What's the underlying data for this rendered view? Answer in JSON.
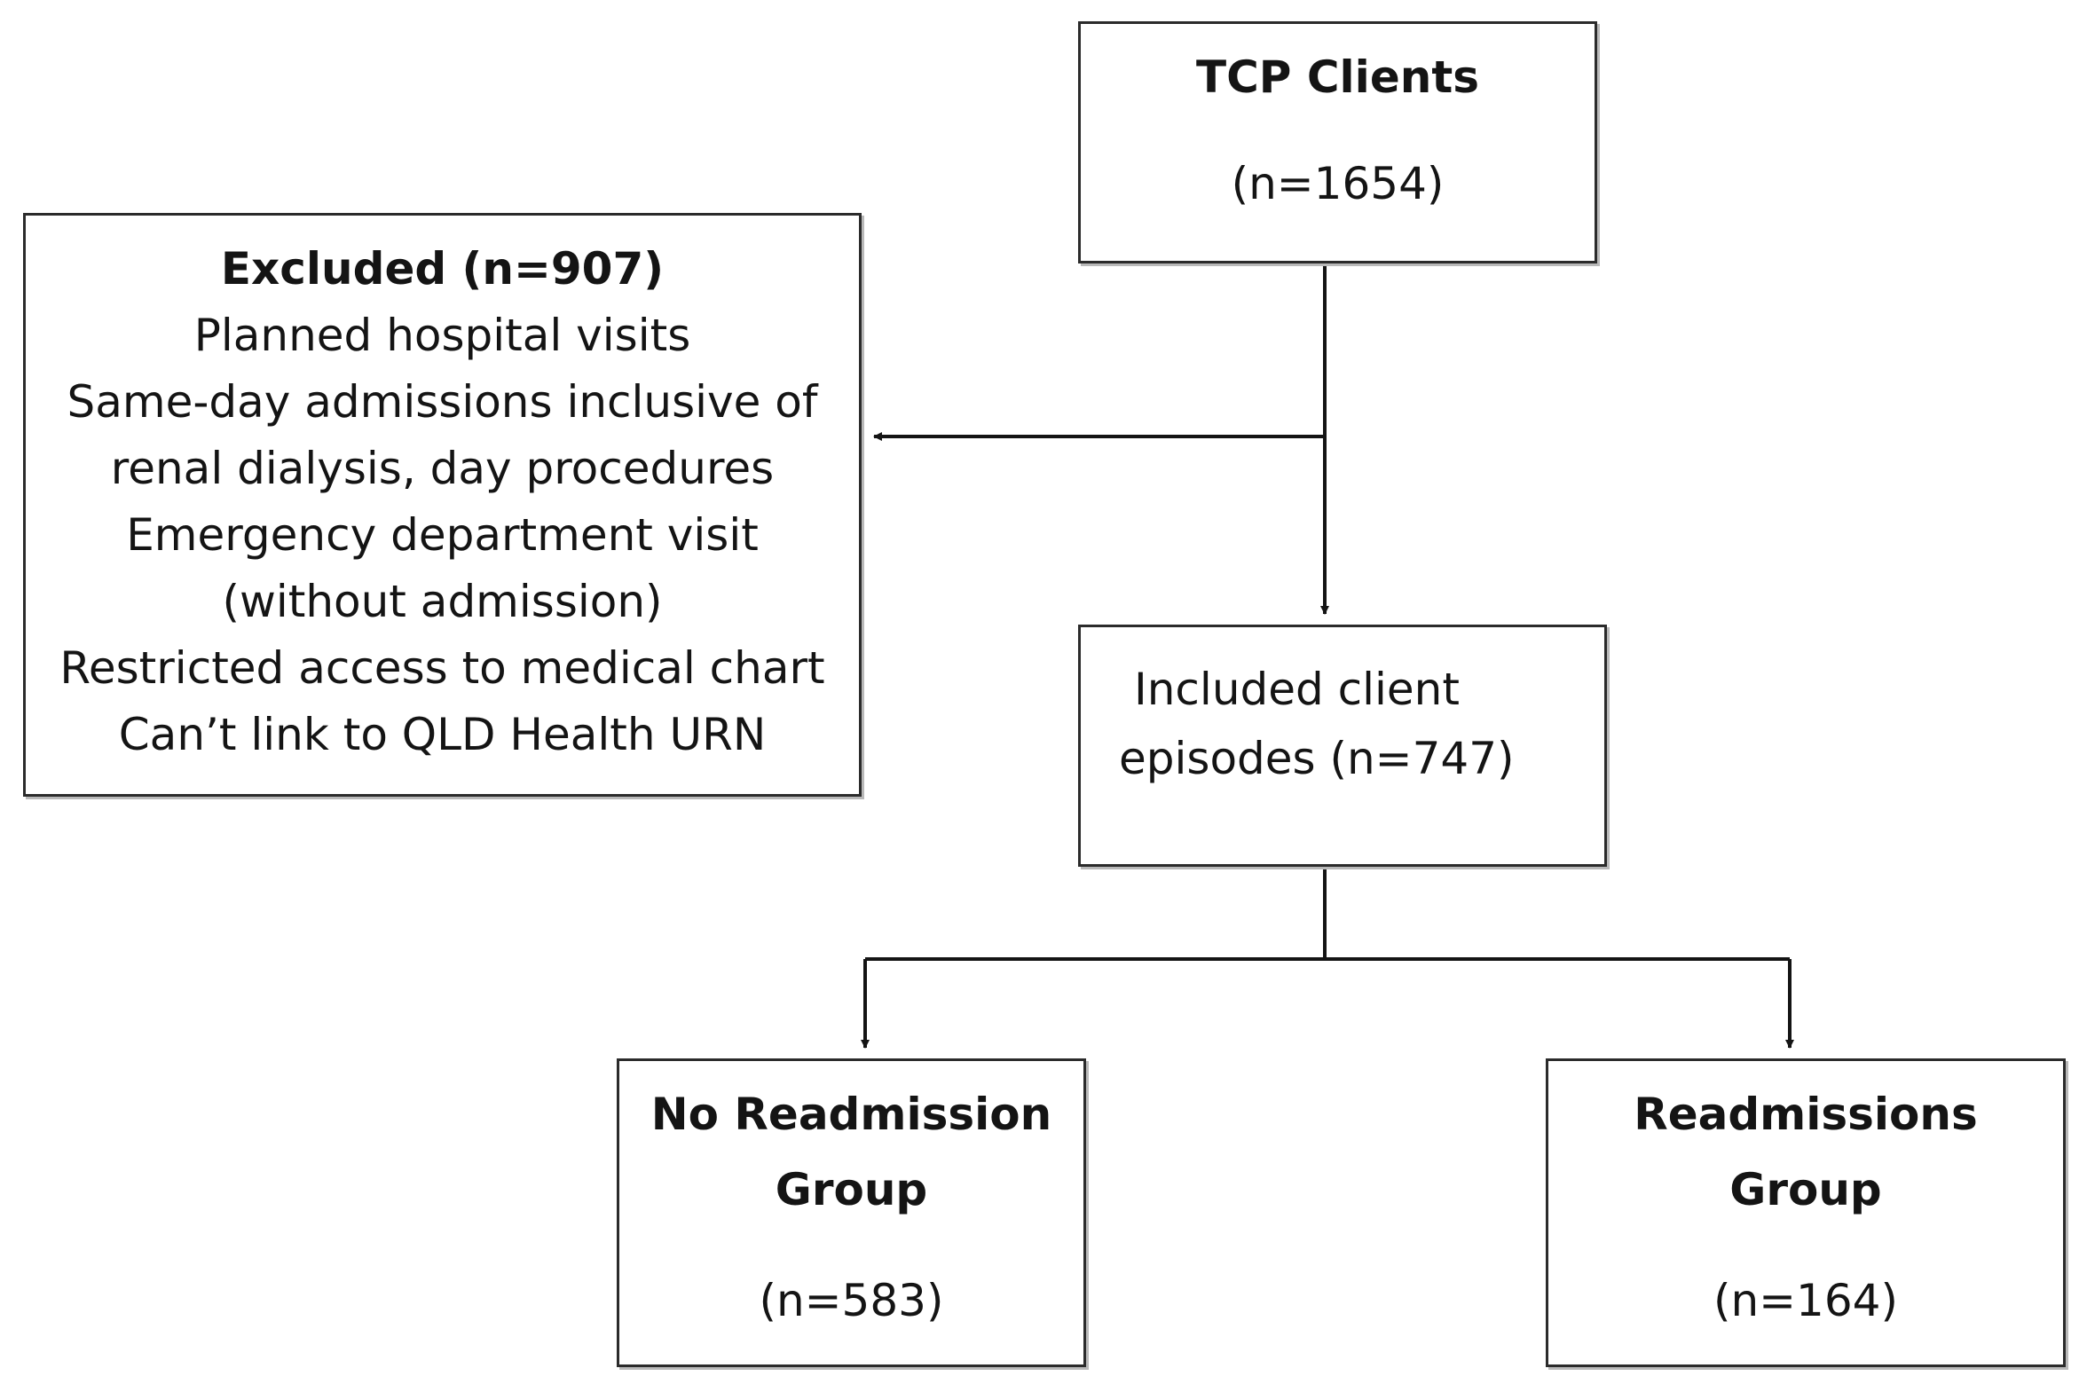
{
  "flowchart": {
    "tcp_clients": {
      "title": "TCP Clients",
      "count": "(n=1654)"
    },
    "excluded": {
      "title": "Excluded (n=907)",
      "lines": [
        "Planned hospital visits",
        "Same-day admissions inclusive of",
        "renal dialysis, day procedures",
        "Emergency department visit",
        "(without admission)",
        "Restricted access to medical chart",
        "Can’t link to QLD Health URN"
      ]
    },
    "included": {
      "line1": "Included client",
      "line2": "episodes (n=747)"
    },
    "no_readmission": {
      "title_line1": "No Readmission",
      "title_line2": "Group",
      "count": "(n=583)"
    },
    "readmissions": {
      "title_line1": "Readmissions",
      "title_line2": "Group",
      "count": "(n=164)"
    },
    "colors": {
      "line": "#2b2b2b",
      "text": "#141414",
      "shadow": "#b9b9b9"
    }
  }
}
